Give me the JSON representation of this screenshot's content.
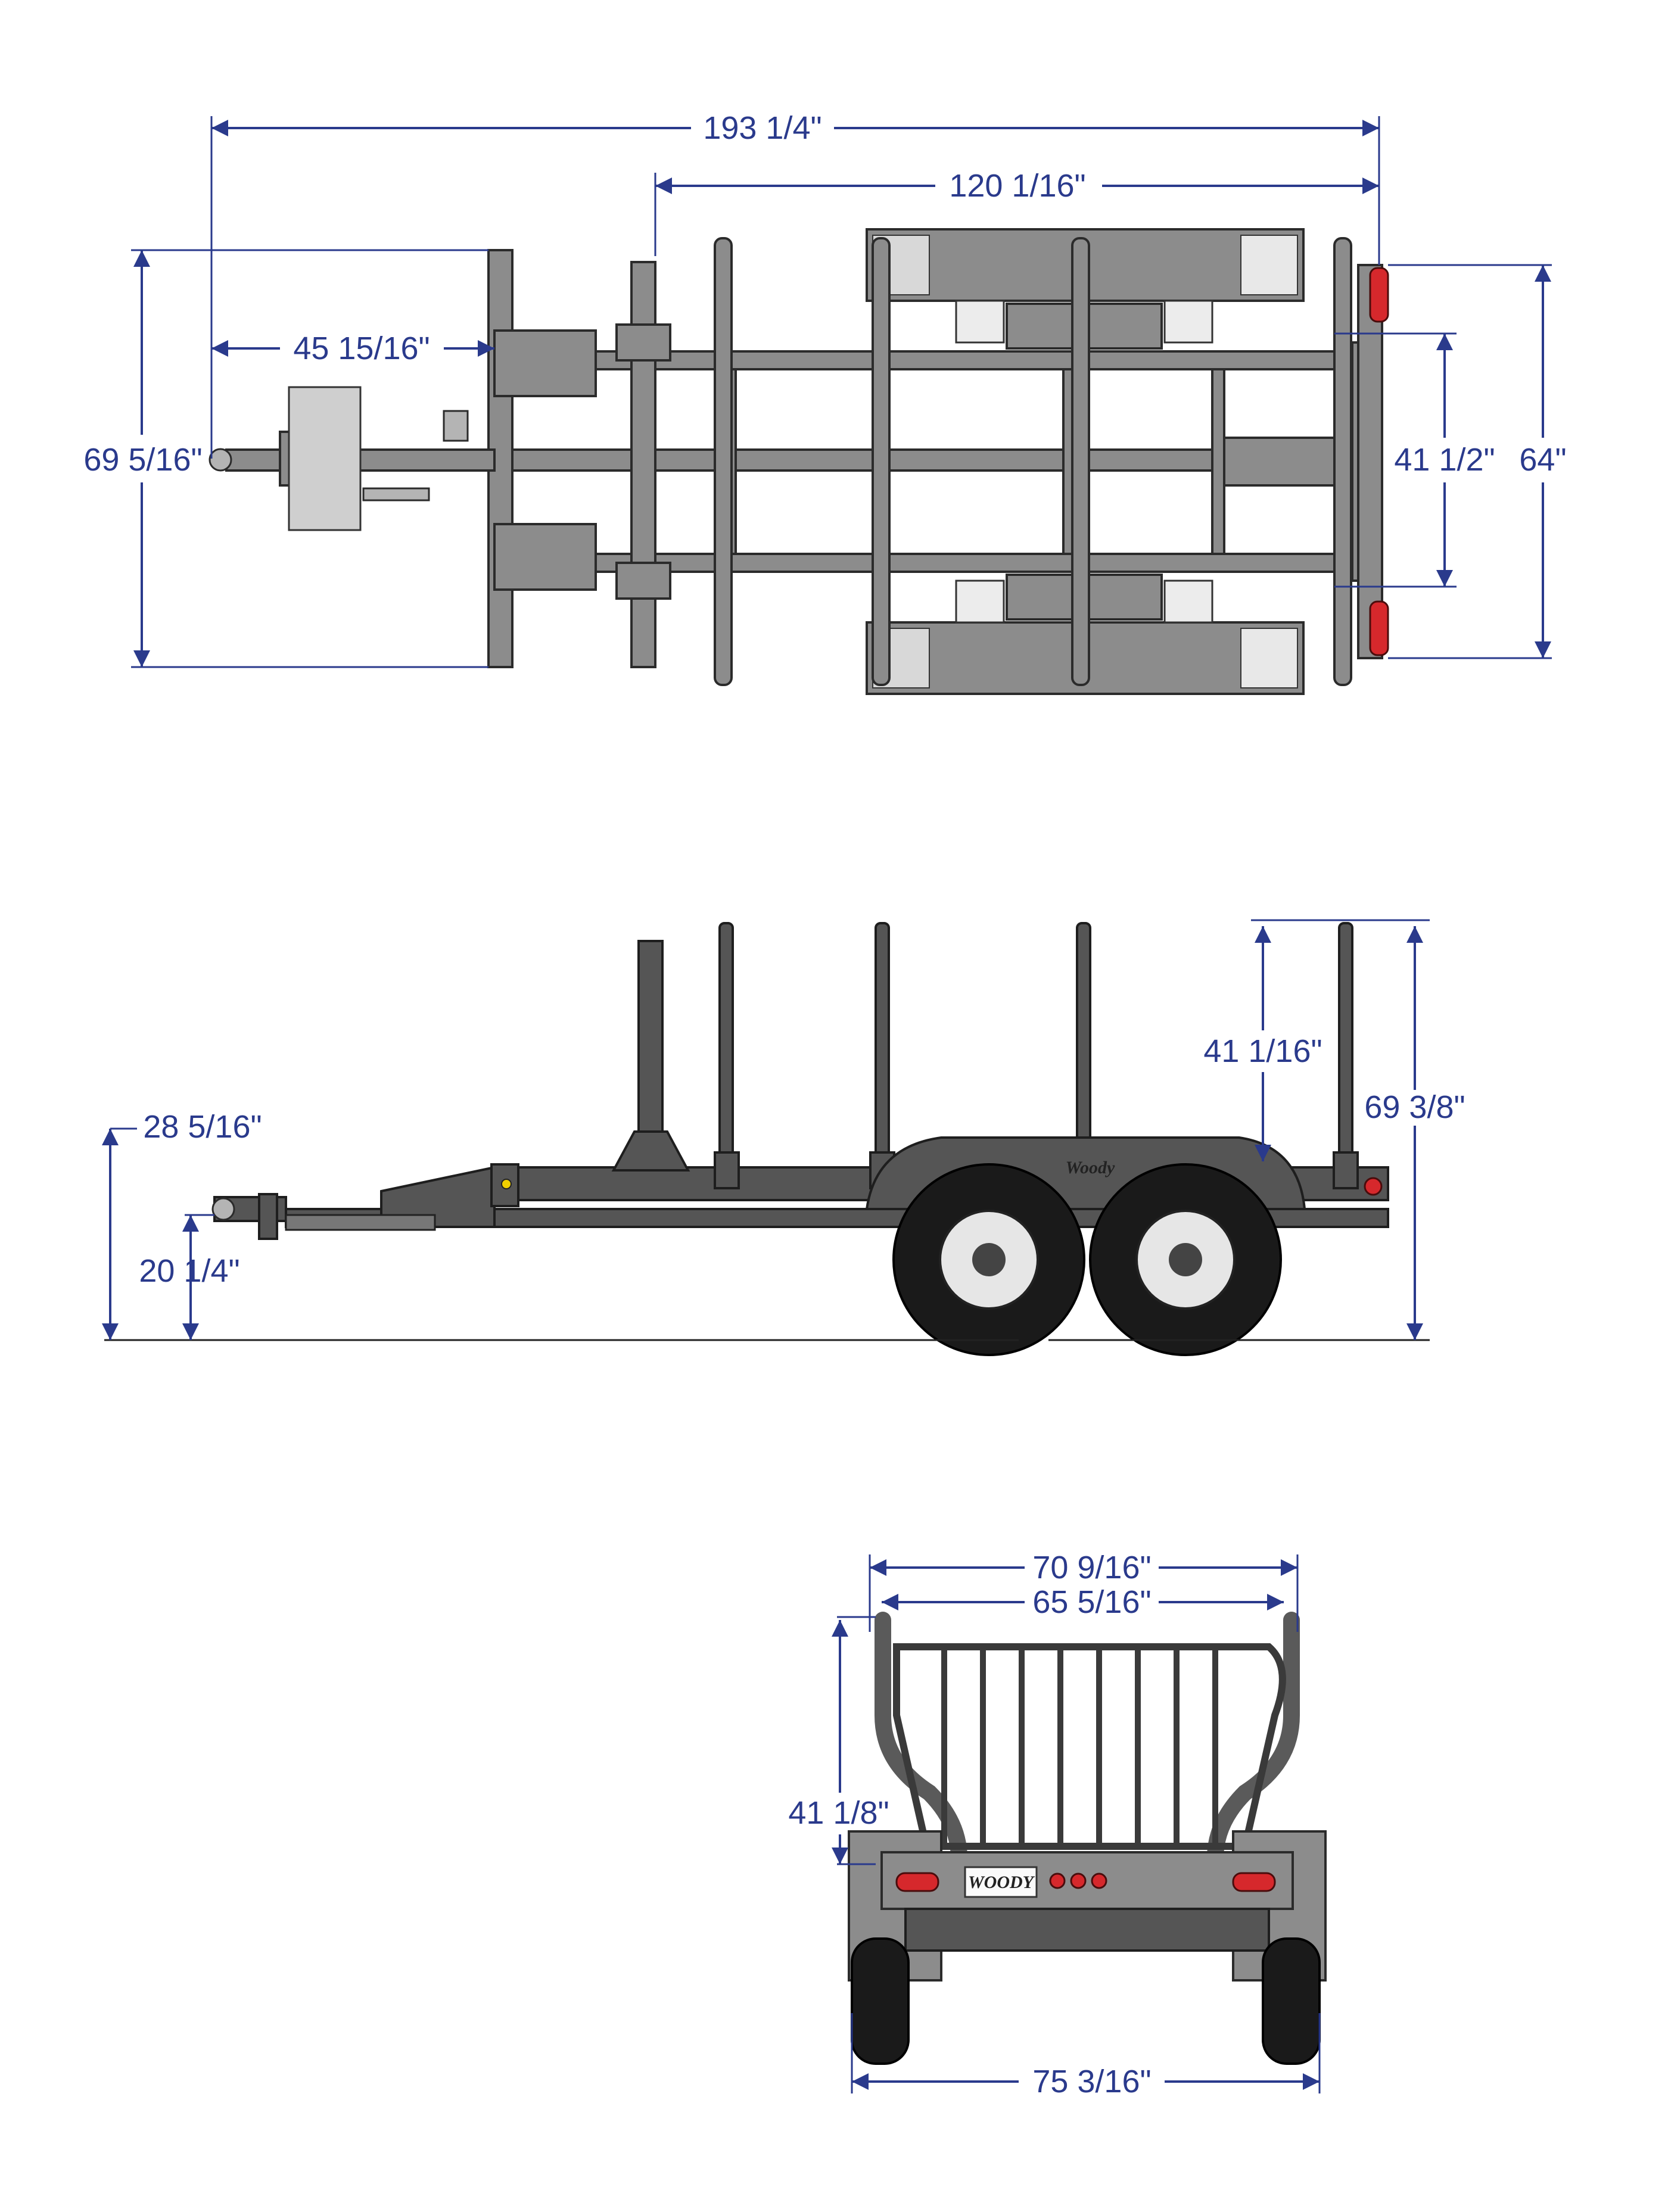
{
  "dimensions": {
    "top_view": {
      "overall_length": "193 1/4\"",
      "bunk_length": "120 1/16\"",
      "tongue_to_axle": "45 15/16\"",
      "overall_width": "69 5/16\"",
      "frame_width": "41 1/2\"",
      "fender_width": "64\""
    },
    "side_view": {
      "hitch_height_top": "28 5/16\"",
      "hitch_height_bottom": "20 1/4\"",
      "stake_height": "41 1/16\"",
      "overall_height": "69 3/8\""
    },
    "rear_view": {
      "stake_outer_width": "70 9/16\"",
      "stake_inner_width": "65 5/16\"",
      "headboard_height": "41 1/8\"",
      "track_width": "75 3/16\""
    }
  },
  "branding": {
    "side_logo": "Woody",
    "rear_plate": "WOODY"
  },
  "colors": {
    "dimension": "#2a3a8c",
    "frame": "#8c8c8c",
    "tire": "#1a1a1a",
    "tail_light": "#d6282c"
  }
}
